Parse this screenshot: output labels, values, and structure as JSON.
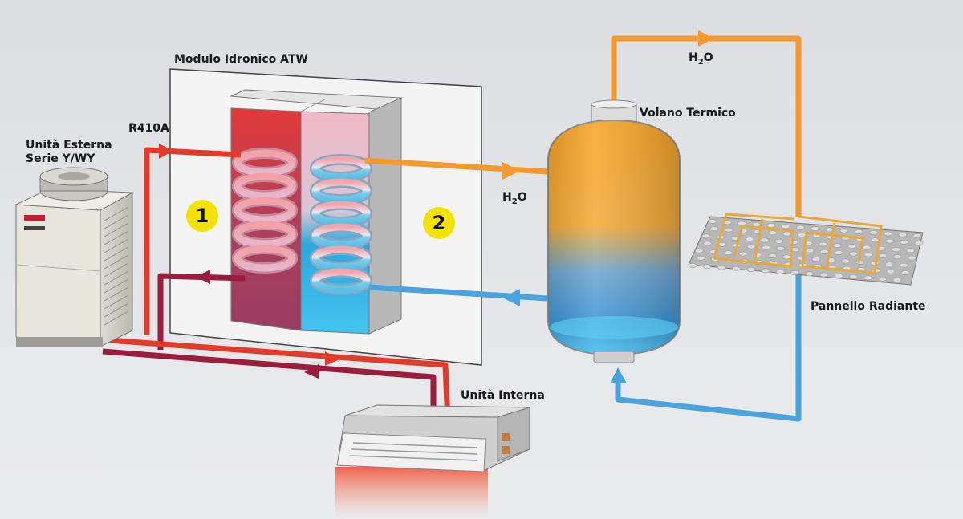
{
  "labels": {
    "module_title": "Modulo Idronico ATW",
    "refrigerant": "R410A",
    "outdoor_unit_line1": "Unità Esterna",
    "outdoor_unit_line2": "Serie Y/WY",
    "water_top_main": "H",
    "water_top_sub": "2",
    "water_top_tail": "O",
    "water_mid_main": "H",
    "water_mid_sub": "2",
    "water_mid_tail": "O",
    "tank": "Volano Termico",
    "radiant_panel": "Pannello Radiante",
    "indoor_unit": "Unità Interna",
    "stage_1": "1",
    "stage_2": "2"
  },
  "colors": {
    "refrigerant_hot": "#e23b2a",
    "refrigerant_return": "#9a1c3e",
    "water_hot": "#f29a2e",
    "water_cold": "#4aa3dc",
    "badge": "#f4e200"
  }
}
